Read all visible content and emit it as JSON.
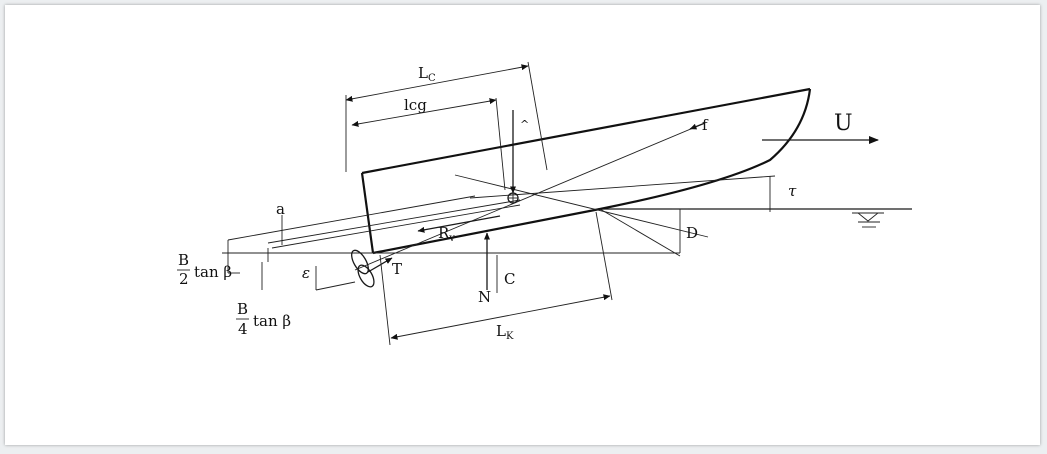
{
  "labels": {
    "Lc_main": "L",
    "Lc_sub": "C",
    "lcg": "lcg",
    "lambda": "^",
    "f": "f",
    "U": "U",
    "tau": "τ",
    "a": "a",
    "Rv_main": "R",
    "Rv_sub": "v",
    "D": "D",
    "C": "C",
    "N": "N",
    "T": "T",
    "epsilon": "ε",
    "Lk_main": "L",
    "Lk_sub": "K",
    "b2_num": "B",
    "b2_den": "2",
    "b2_text": "tan β",
    "b4_num": "B",
    "b4_den": "4",
    "b4_text": "tan β"
  },
  "colors": {
    "ink": "#1a1a1a",
    "paper": "#ffffff",
    "backdrop": "#eceff1"
  }
}
